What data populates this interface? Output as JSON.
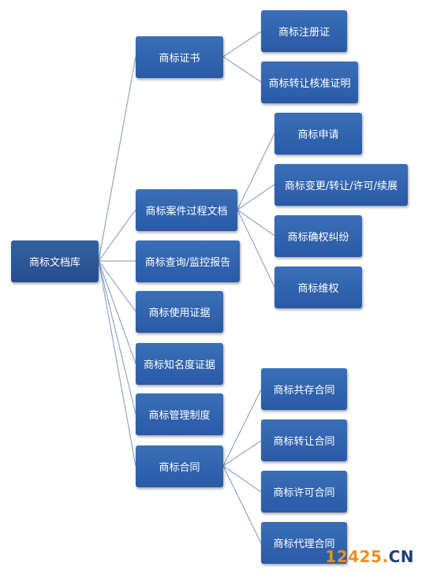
{
  "root": "商标文档库",
  "level1": [
    "商标证书",
    "商标案件过程文档",
    "商标查询/监控报告",
    "商标使用证据",
    "商标知名度证据",
    "商标管理制度",
    "商标合同"
  ],
  "level2": {
    "cert": [
      "商标注册证",
      "商标转让核准证明"
    ],
    "case": [
      "商标申请",
      "商标变更/转让/许可/续展",
      "商标确权纠纷",
      "商标维权"
    ],
    "contract": [
      "商标共存合同",
      "商标转让合同",
      "商标许可合同",
      "商标代理合同"
    ]
  },
  "watermark": {
    "number": "12425",
    "dot": ".",
    "tld": "CN"
  },
  "colors": {
    "node_fill": "#2f62ad",
    "root_fill": "#2b5597",
    "connector": "#8fa6c9",
    "watermark_orange": "#f28c1c",
    "watermark_blue": "#1f3f7a"
  }
}
